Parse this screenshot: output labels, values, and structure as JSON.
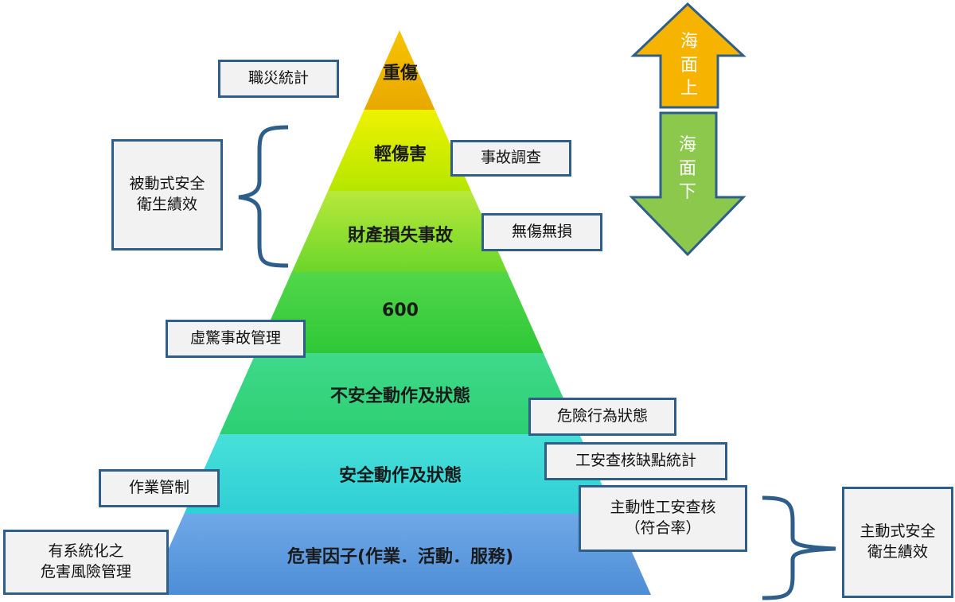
{
  "pyramid": {
    "tiers": [
      {
        "label": "重傷",
        "color_top": "#f7c400",
        "color_bottom": "#e9a800"
      },
      {
        "label": "輕傷害",
        "color_top": "#eef200",
        "color_bottom": "#b6e600"
      },
      {
        "label": "財產損失事故",
        "color_top": "#b9e83a",
        "color_bottom": "#6cd62b"
      },
      {
        "label": "600",
        "color_top": "#52d64a",
        "color_bottom": "#2fc838"
      },
      {
        "label": "不安全動作及狀態",
        "color_top": "#40d98c",
        "color_bottom": "#2ccf72"
      },
      {
        "label": "安全動作及狀態",
        "color_top": "#48e0d8",
        "color_bottom": "#2ecfd6"
      },
      {
        "label": "危害因子(作業．活動．服務)",
        "color_top": "#6fa8e8",
        "color_bottom": "#4e8ed6"
      }
    ]
  },
  "labels": {
    "occupational_disaster_stats": "職災統計",
    "accident_investigation": "事故調查",
    "no_injury_no_damage": "無傷無損",
    "passive_performance": "被動式安全\n衛生績效",
    "near_miss_management": "虛驚事故管理",
    "dangerous_behavior": "危險行為狀態",
    "safety_audit_stats": "工安查核缺點統計",
    "work_control": "作業管制",
    "active_audit": "主動性工安查核\n（符合率）",
    "active_performance": "主動式安全\n衛生績效",
    "systematic_risk_mgmt": "有系統化之\n危害風險管理"
  },
  "arrows": {
    "up_label": "海\n面\n上",
    "down_label": "海\n面\n下",
    "up_color": "#f6b400",
    "down_color": "#8cc84b"
  },
  "colors": {
    "label_border": "#2e5f8a",
    "bracket": "#2e5f8a"
  }
}
